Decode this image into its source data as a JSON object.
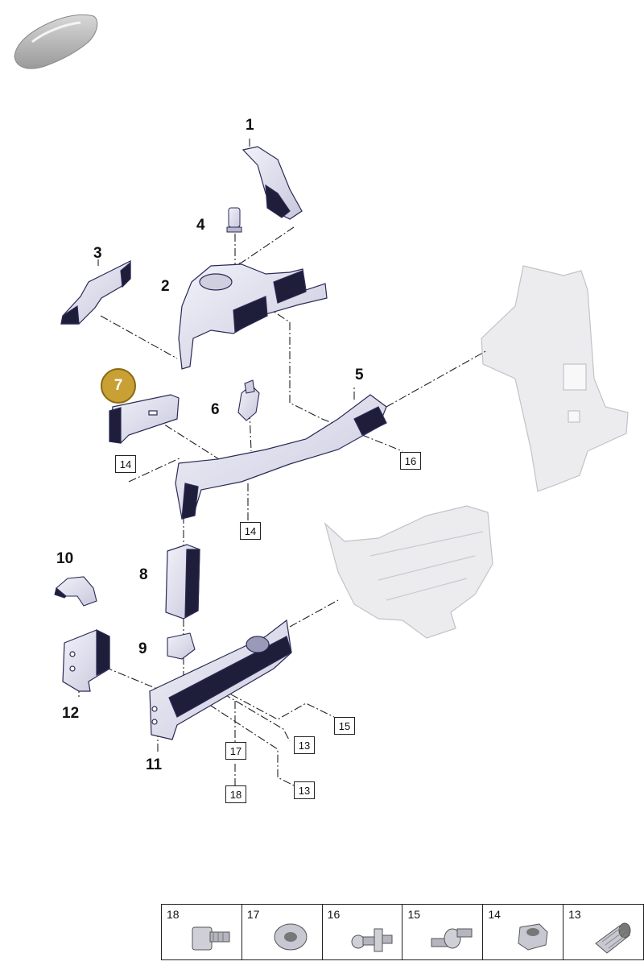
{
  "part_numbers": [
    "1",
    "2",
    "3",
    "4",
    "5",
    "6",
    "8",
    "9",
    "10",
    "11",
    "12"
  ],
  "highlighted_part": "7",
  "boxed_refs": [
    "14",
    "16",
    "14",
    "15",
    "13",
    "17",
    "13",
    "18"
  ],
  "legend": [
    {
      "num": "18",
      "icon": "bolt-flange-icon"
    },
    {
      "num": "17",
      "icon": "nut-round-icon"
    },
    {
      "num": "16",
      "icon": "ball-stud-icon"
    },
    {
      "num": "15",
      "icon": "stud-bolt-icon"
    },
    {
      "num": "14",
      "icon": "weld-nut-icon"
    },
    {
      "num": "13",
      "icon": "knurled-bushing-icon"
    }
  ],
  "colors": {
    "part_fill": "#dcdcec",
    "part_stroke": "#2a2a55",
    "ghost": "#e8e8ea",
    "highlight": "#c9a033"
  }
}
